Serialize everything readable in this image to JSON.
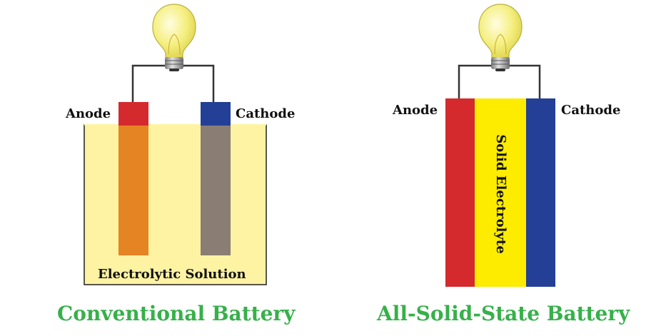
{
  "conventional": {
    "anode_label": "Anode",
    "cathode_label": "Cathode",
    "electrolyte_label": "Electrolytic Solution",
    "caption": "Conventional Battery"
  },
  "solid_state": {
    "anode_label": "Anode",
    "cathode_label": "Cathode",
    "electrolyte_label": "Solid Electrolyte",
    "caption": "All-Solid-State Battery"
  },
  "colors": {
    "anode": "#d42a2e",
    "cathode": "#233f96",
    "solution": "#fef3a3",
    "anode_rod": "#e58423",
    "cathode_rod": "#8a7d73",
    "solid_electrolyte": "#fdeb00",
    "caption": "#37b04a",
    "bulb_glass": "#f4ee7c",
    "bulb_base": "#bcbcbc",
    "wire": "#333333"
  }
}
